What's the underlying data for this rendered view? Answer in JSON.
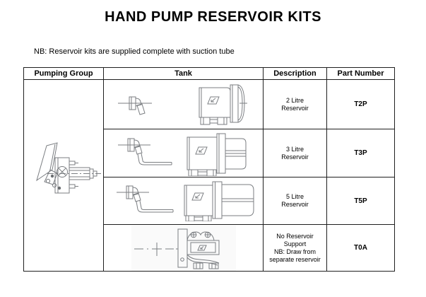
{
  "page": {
    "title": "HAND PUMP RESERVOIR KITS",
    "note": "NB: Reservoir kits are supplied complete with suction tube"
  },
  "table": {
    "headers": [
      "Pumping Group",
      "Tank",
      "Description",
      "Part Number"
    ],
    "pumping_group": {
      "drawing": "hand-pump-side-view"
    },
    "rows": [
      {
        "tank_drawing": "elbow-fitting and 2-litre-reservoir",
        "description": "2 Litre Reservoir",
        "note": "",
        "part_number": "T2P"
      },
      {
        "tank_drawing": "elbow-fitting-with-suction-tube and 3-litre-reservoir",
        "description": "3 Litre Reservoir",
        "note": "",
        "part_number": "T3P"
      },
      {
        "tank_drawing": "elbow-fitting-with-suction-tube and 5-litre-reservoir",
        "description": "5 Litre Reservoir",
        "note": "",
        "part_number": "T5P"
      },
      {
        "tank_drawing": "mounting-bracket-no-reservoir",
        "description": "No Reservoir Support",
        "note": "NB: Draw from separate reservoir",
        "part_number": "T0A"
      }
    ]
  },
  "colors": {
    "text": "#000000",
    "table_border": "#1f1f1f",
    "drawing_line": "#7b7e82"
  }
}
